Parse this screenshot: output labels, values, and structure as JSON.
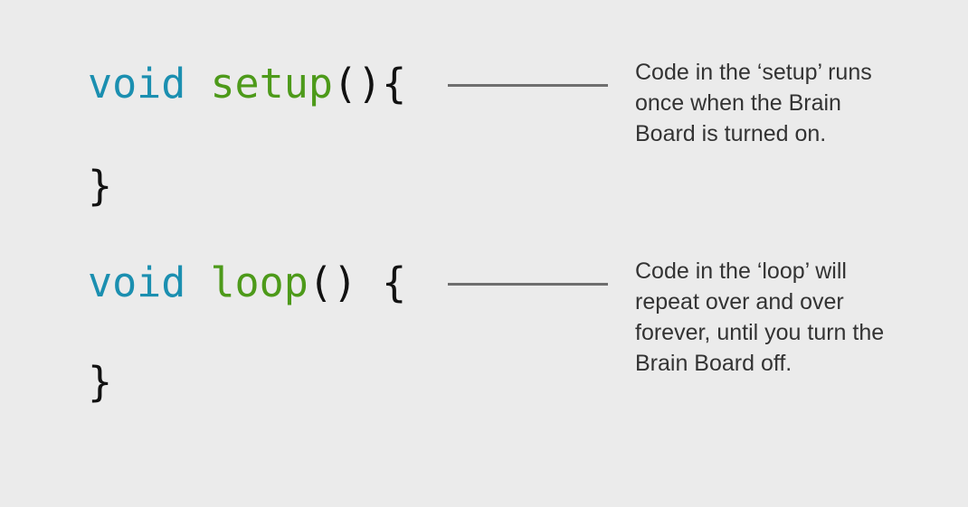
{
  "setup_block": {
    "keyword": "void",
    "function_name": "setup",
    "signature_suffix": "(){",
    "closing_brace": "}",
    "description": "Code in the ‘setup’ runs once when the Brain Board is turned on."
  },
  "loop_block": {
    "keyword": "void",
    "function_name": "loop",
    "signature_suffix": "() {",
    "closing_brace": "}",
    "description": "Code in the ‘loop’ will repeat over and over forever, until you turn the Brain Board off."
  },
  "colors": {
    "background": "#ebebeb",
    "keyword": "#1b8fb0",
    "function_name": "#4d9a1a",
    "punctuation": "#111111",
    "connector": "#6e6e6e",
    "description_text": "#333333"
  }
}
